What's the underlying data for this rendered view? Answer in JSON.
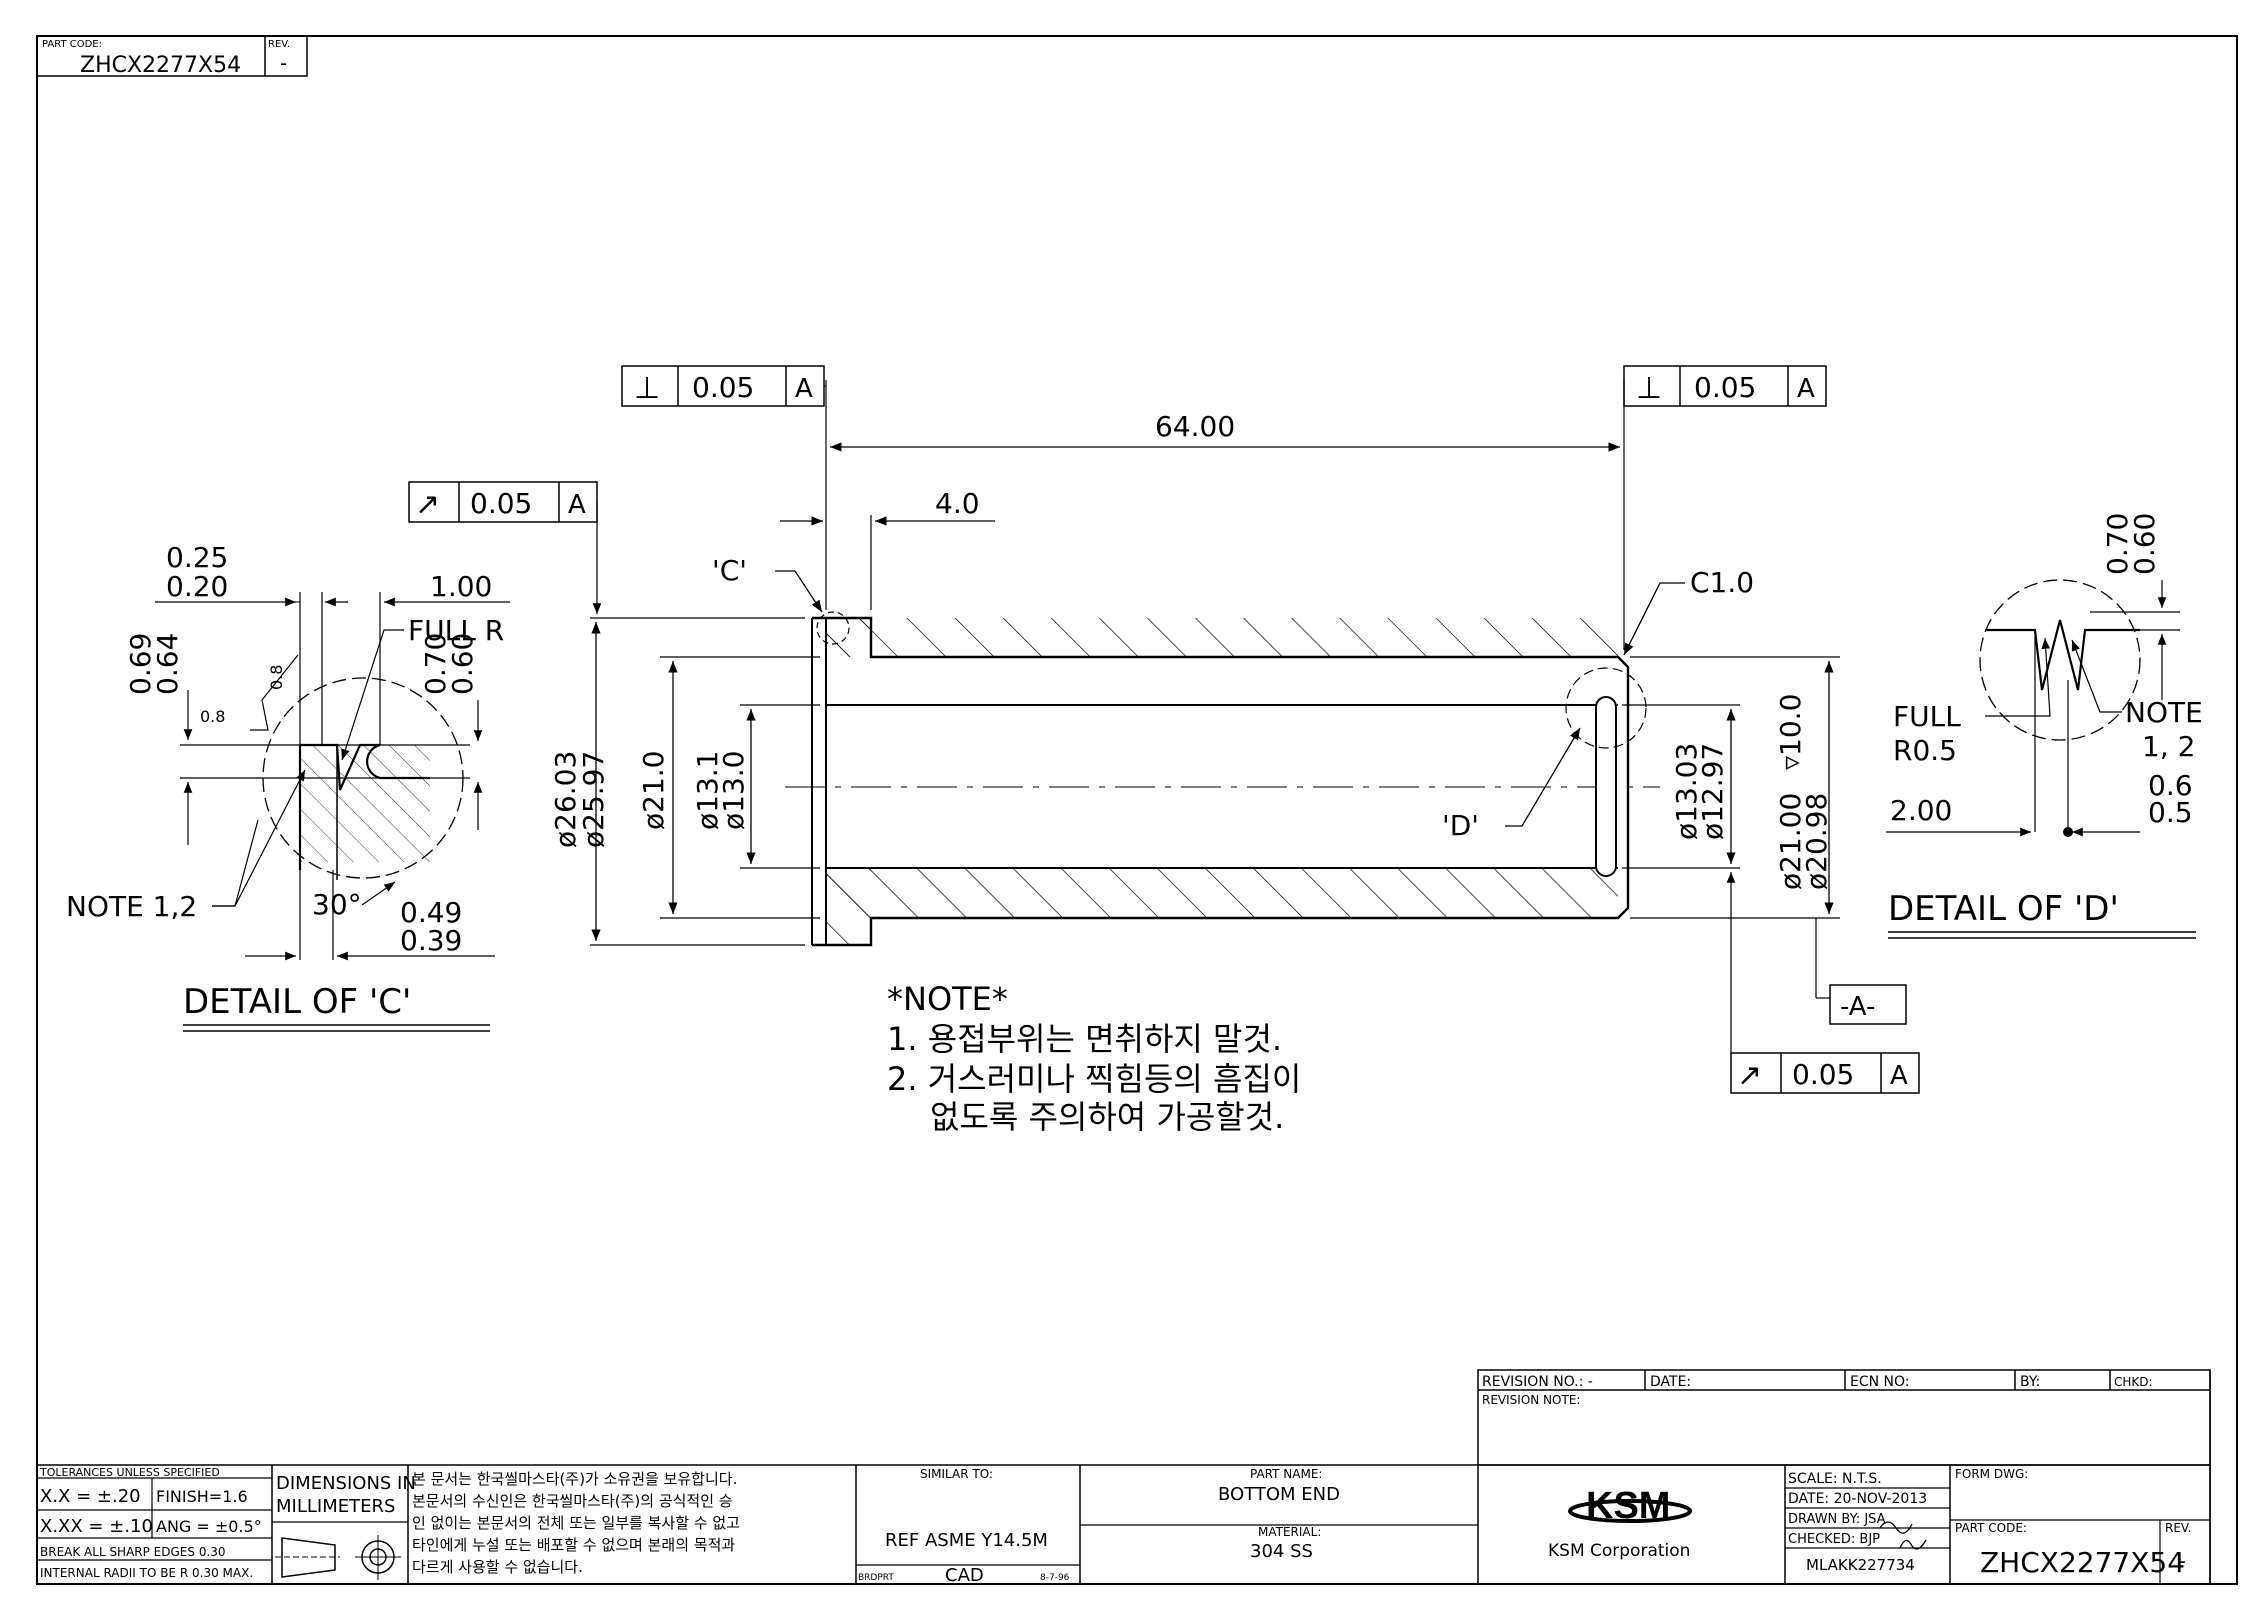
{
  "part_code_block": {
    "label": "PART CODE:",
    "value": "ZHCX2277X54",
    "rev_label": "REV.",
    "rev_value": "-"
  },
  "main_view": {
    "gdt_left": {
      "symbol": "⊥",
      "tolerance": "0.05",
      "datum": "A"
    },
    "gdt_right": {
      "symbol": "⊥",
      "tolerance": "0.05",
      "datum": "A"
    },
    "gdt_runout_left": {
      "symbol": "↗",
      "tolerance": "0.05",
      "datum": "A"
    },
    "gdt_runout_bottom": {
      "symbol": "↗",
      "tolerance": "0.05",
      "datum": "A"
    },
    "length": "64.00",
    "flange_width": "4.0",
    "chamfer": "C1.0",
    "detail_c_label": "'C'",
    "detail_d_label": "'D'",
    "od_upper": "ø26.03",
    "od_lower": "ø25.97",
    "body_od": "ø21.0",
    "bore_upper": "ø13.1",
    "bore_lower": "ø13.0",
    "right_bore_upper": "ø13.03",
    "right_bore_lower": "ø12.97",
    "right_od_upper": "ø21.00",
    "right_od_lower": "ø20.98",
    "right_od_depth": "▿10.0",
    "datum_a": "-A-"
  },
  "detail_c": {
    "title": "DETAIL OF 'C'",
    "dim_top_upper": "0.25",
    "dim_top_lower": "0.20",
    "dim_width": "1.00",
    "full_r": "FULL R",
    "left_upper": "0.69",
    "left_lower": "0.64",
    "right_upper": "0.70",
    "right_lower": "0.60",
    "finish_1": "0.8",
    "finish_2": "0.8",
    "angle": "30°",
    "note_ref": "NOTE 1,2",
    "bottom_upper": "0.49",
    "bottom_lower": "0.39"
  },
  "detail_d": {
    "title": "DETAIL OF 'D'",
    "top_upper": "0.70",
    "top_lower": "0.60",
    "full_r_1": "FULL",
    "full_r_2": "R0.5",
    "note_1": "NOTE",
    "note_2": "1, 2",
    "right_upper": "0.6",
    "right_lower": "0.5",
    "dim_left": "2.00"
  },
  "notes": {
    "header": "*NOTE*",
    "line1": "1. 용접부위는 면취하지 말것.",
    "line2": "2. 거스러미나 찍힘등의 흠집이",
    "line3": "없도록 주의하여 가공할것."
  },
  "revision_block": {
    "revision_no": "REVISION NO.: -",
    "date": "DATE:",
    "ecn_no": "ECN NO:",
    "by": "BY:",
    "chkd": "CHKD:",
    "revision_note": "REVISION NOTE:"
  },
  "title_block": {
    "tolerances_header": "TOLERANCES UNLESS SPECIFIED",
    "tol_x": "X.X = ±.20",
    "tol_xx": "X.XX = ±.10",
    "finish": "FINISH=1.6",
    "angle": "ANG = ±0.5°",
    "edges": "BREAK ALL SHARP EDGES 0.30",
    "radii": "INTERNAL RADII TO BE R 0.30 MAX.",
    "dim_in_1": "DIMENSIONS IN",
    "dim_in_2": "MILLIMETERS",
    "copyright_1": "본 문서는 한국씰마스타(주)가 소유권을 보유합니다.",
    "copyright_2": "본문서의 수신인은 한국씰마스타(주)의 공식적인 승",
    "copyright_3": "인 없이는 본문서의 전체 또는 일부를 복사할 수 없고",
    "copyright_4": "타인에게 누설 또는 배포할 수 없으며 본래의 목적과",
    "copyright_5": "다르게 사용할 수 없습니다.",
    "similar_to_label": "SIMILAR TO:",
    "ref_std": "REF ASME Y14.5M",
    "brdprt": "BRDPRT",
    "cad": "CAD",
    "cad_date": "8-7-96",
    "part_name_label": "PART NAME:",
    "part_name": "BOTTOM END",
    "material_label": "MATERIAL:",
    "material": "304 SS",
    "logo": "KSM",
    "company": "KSM Corporation",
    "scale": "SCALE: N.T.S.",
    "date": "DATE: 20-NOV-2013",
    "drawn_by": "DRAWN BY: JSA",
    "checked_by": "CHECKED: BJP",
    "doc_no": "MLAKK227734",
    "form_dwg": "FORM DWG:",
    "part_code_label": "PART CODE:",
    "part_code": "ZHCX2277X54",
    "rev_label": "REV.",
    "rev_value": "-"
  }
}
